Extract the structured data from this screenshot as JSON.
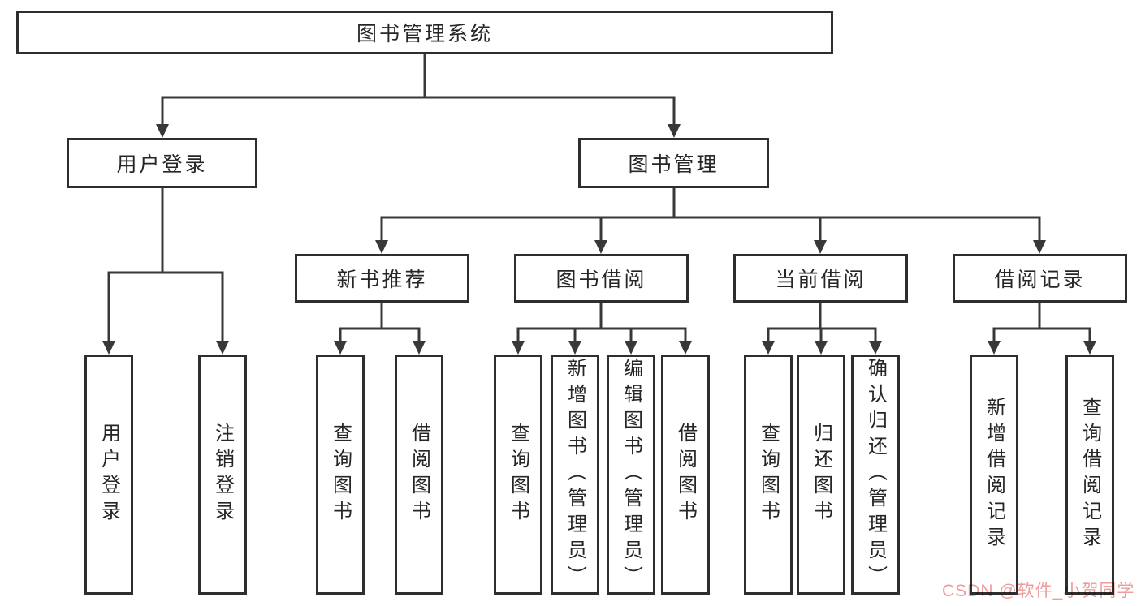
{
  "tree": {
    "root": {
      "label": "图书管理系统",
      "children": [
        {
          "label": "用户登录",
          "children": [
            {
              "label": "用户登录"
            },
            {
              "label": "注销登录"
            }
          ]
        },
        {
          "label": "图书管理",
          "children": [
            {
              "label": "新书推荐",
              "children": [
                {
                  "label": "查询图书"
                },
                {
                  "label": "借阅图书"
                }
              ]
            },
            {
              "label": "图书借阅",
              "children": [
                {
                  "label": "查询图书"
                },
                {
                  "label": "新增图书（管理员）"
                },
                {
                  "label": "编辑图书（管理员）"
                },
                {
                  "label": "借阅图书"
                }
              ]
            },
            {
              "label": "当前借阅",
              "children": [
                {
                  "label": "查询图书"
                },
                {
                  "label": "归还图书"
                },
                {
                  "label": "确认归还（管理员）"
                }
              ]
            },
            {
              "label": "借阅记录",
              "children": [
                {
                  "label": "新增借阅记录"
                },
                {
                  "label": "查询借阅记录"
                }
              ]
            }
          ]
        }
      ]
    }
  },
  "watermark": {
    "text": "CSDN @软件_小贺同学",
    "color": "#EF9C9C"
  },
  "colors": {
    "background": "#ffffff",
    "box_border": "#2e2e2e",
    "line": "#383838",
    "text": "#262626"
  }
}
